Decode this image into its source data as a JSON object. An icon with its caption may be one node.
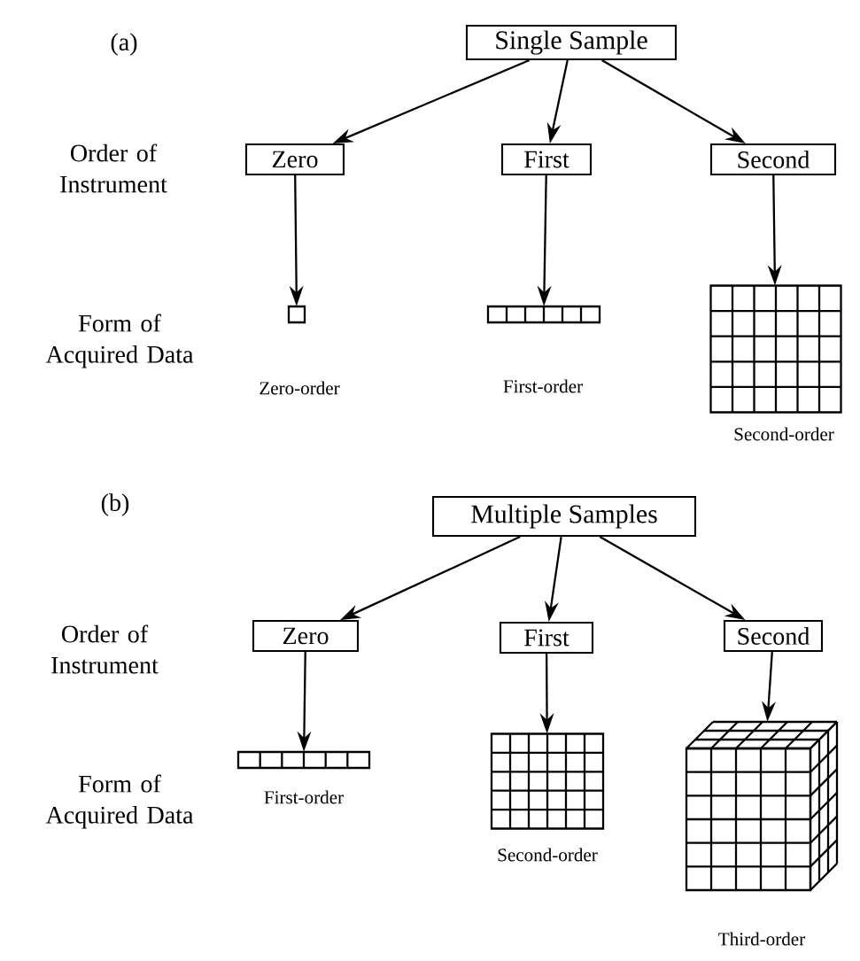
{
  "diagram": {
    "nodes": [
      {
        "text": [
          "Single Sample"
        ]
      },
      {
        "text": [
          "Zero"
        ]
      },
      {
        "text": [
          "First"
        ]
      },
      {
        "text": [
          "Second"
        ]
      },
      {
        "text": [],
        "shape": "box",
        "beside": [
          "Zero-order"
        ]
      },
      {
        "text": [],
        "shape": "bar",
        "beside": [
          "First-order"
        ]
      },
      {
        "text": [],
        "shape": "grid",
        "beside": [
          "Second-order"
        ]
      },
      {
        "text": [
          "Multiple Samples"
        ]
      },
      {
        "text": [
          "Zero"
        ]
      },
      {
        "text": [
          "First"
        ]
      },
      {
        "text": [
          "Second"
        ]
      },
      {
        "text": [],
        "shape": "bar",
        "beside": [
          "First-order"
        ]
      },
      {
        "text": [],
        "shape": "grid",
        "beside": [
          "Second-order"
        ]
      },
      {
        "text": [],
        "shape": "cube",
        "beside": [
          "Third-order"
        ]
      }
    ],
    "edges": [
      {
        "from": 0,
        "to": 1,
        "arrow": "to"
      },
      {
        "from": 0,
        "to": 2,
        "arrow": "to"
      },
      {
        "from": 0,
        "to": 3,
        "arrow": "to"
      },
      {
        "from": 1,
        "to": 4,
        "arrow": "to"
      },
      {
        "from": 2,
        "to": 5,
        "arrow": "to"
      },
      {
        "from": 3,
        "to": 6,
        "arrow": "to"
      },
      {
        "from": 7,
        "to": 8,
        "arrow": "to"
      },
      {
        "from": 7,
        "to": 9,
        "arrow": "to"
      },
      {
        "from": 7,
        "to": 10,
        "arrow": "to"
      },
      {
        "from": 8,
        "to": 11,
        "arrow": "to"
      },
      {
        "from": 9,
        "to": 12,
        "arrow": "to"
      },
      {
        "from": 10,
        "to": 13,
        "arrow": "to"
      }
    ],
    "labels": [
      "(a)",
      "Order of Instrument",
      "Form of Acquired Data",
      "(b)",
      "Order of Instrument",
      "Form of Acquired Data"
    ]
  }
}
